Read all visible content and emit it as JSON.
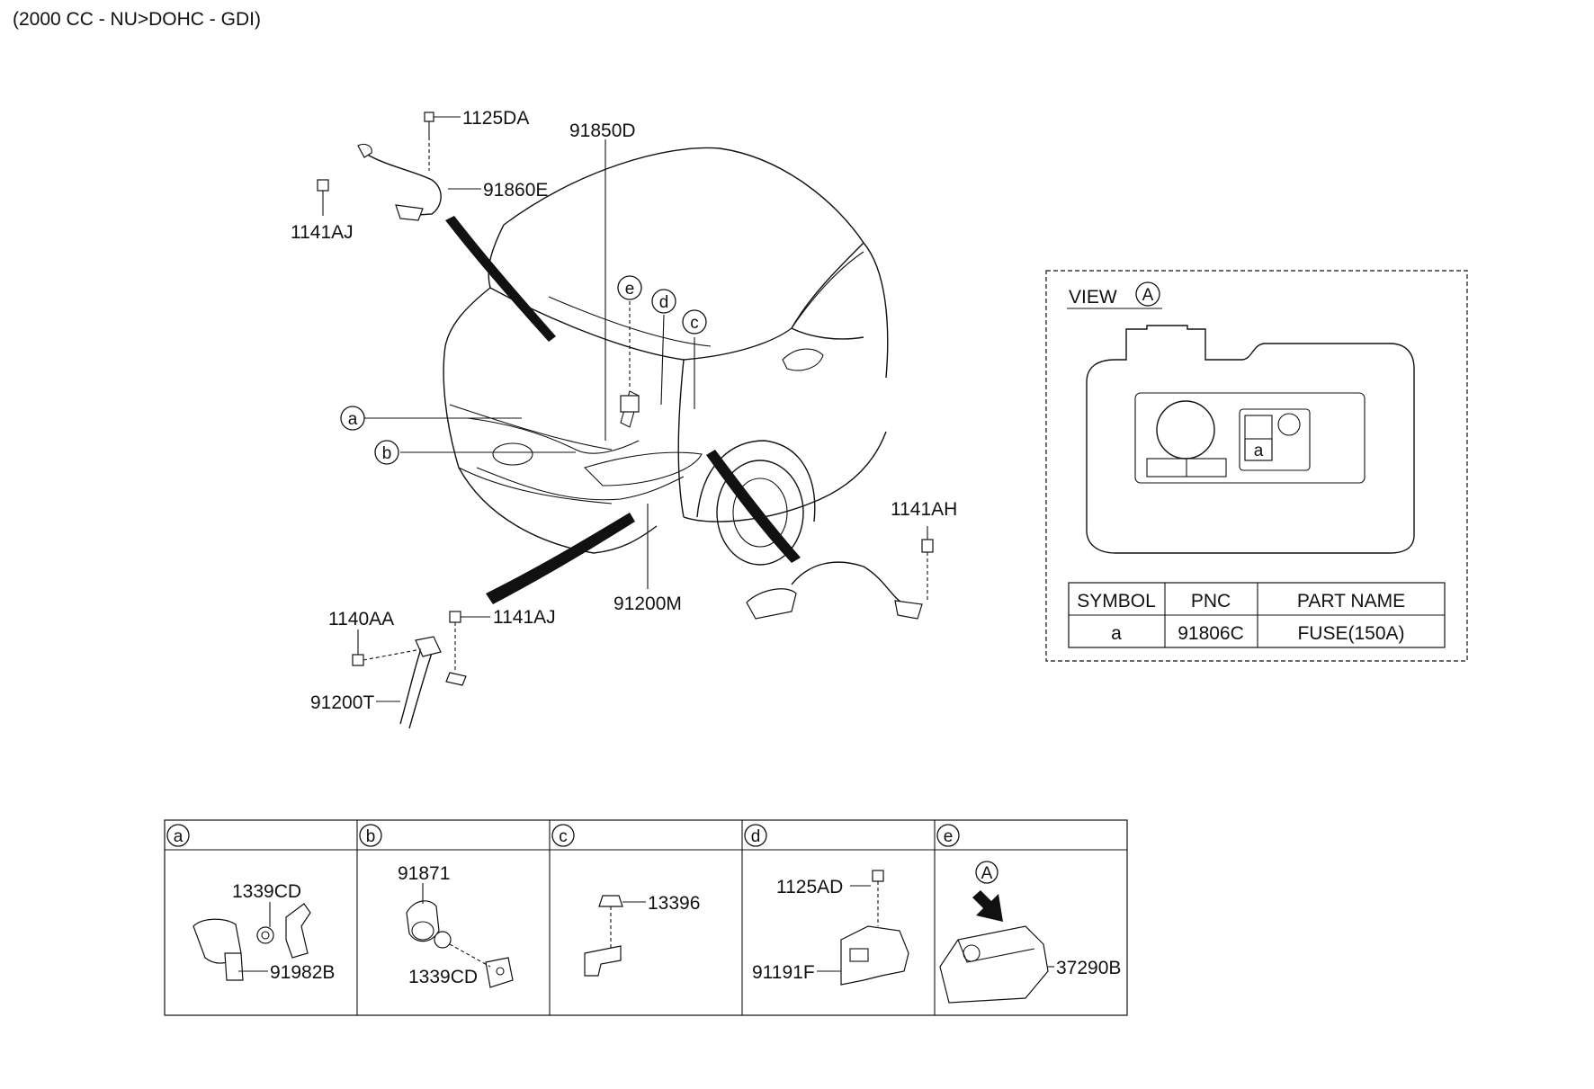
{
  "header": {
    "engine": "(2000 CC - NU>DOHC - GDI)"
  },
  "callouts": {
    "p1125DA": "1125DA",
    "p91860E": "91860E",
    "p1141AJ_top": "1141AJ",
    "p91850D": "91850D",
    "p1141AH": "1141AH",
    "p91200M": "91200M",
    "p1140AA": "1140AA",
    "p1141AJ_bottom": "1141AJ",
    "p91200T": "91200T"
  },
  "letters": {
    "a": "a",
    "b": "b",
    "c": "c",
    "d": "d",
    "e": "e",
    "A": "A"
  },
  "view": {
    "title": "VIEW",
    "ref": "A",
    "fuse_label": "a",
    "table": {
      "headers": [
        "SYMBOL",
        "PNC",
        "PART NAME"
      ],
      "rows": [
        [
          "a",
          "91806C",
          "FUSE(150A)"
        ]
      ]
    }
  },
  "details": [
    {
      "letter": "a",
      "parts": [
        "1339CD",
        "91982B"
      ]
    },
    {
      "letter": "b",
      "parts": [
        "91871",
        "1339CD"
      ]
    },
    {
      "letter": "c",
      "parts": [
        "13396"
      ]
    },
    {
      "letter": "d",
      "parts": [
        "1125AD",
        "91191F"
      ]
    },
    {
      "letter": "e",
      "ref": "A",
      "parts": [
        "37290B"
      ]
    }
  ]
}
